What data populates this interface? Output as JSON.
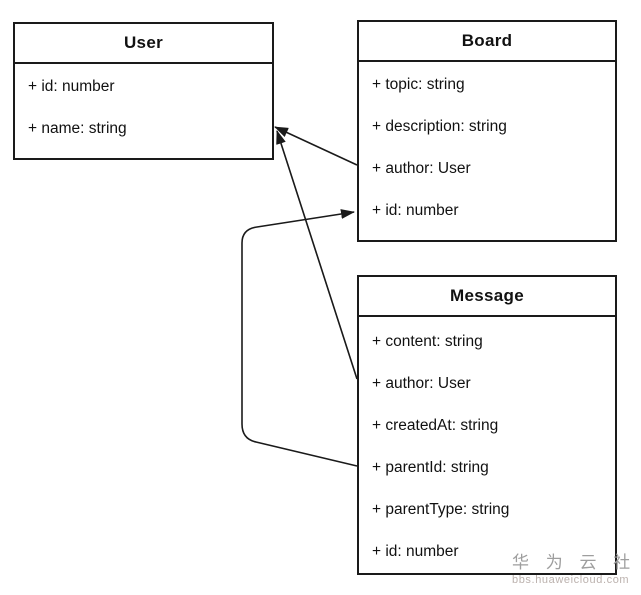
{
  "classes": [
    {
      "name": "User",
      "fields": [
        "+ id: number",
        "+ name: string"
      ]
    },
    {
      "name": "Board",
      "fields": [
        "+ topic: string",
        "+ description: string",
        "+ author: User",
        "+ id: number"
      ]
    },
    {
      "name": "Message",
      "fields": [
        "+ content: string",
        "+ author: User",
        "+ createdAt: string",
        "+ parentId: string",
        "+ parentType: string",
        "+ id: number"
      ]
    }
  ],
  "relations": [
    {
      "from": "Board.author",
      "to": "User",
      "type": "arrow"
    },
    {
      "from": "Message.author",
      "to": "User",
      "type": "arrow"
    },
    {
      "from": "Message.parentId",
      "to": "Board.id",
      "type": "arrow"
    }
  ],
  "colors": {
    "line": "#1a1a1a",
    "box_border": "#1a1a1a",
    "background": "#ffffff",
    "text": "#111111",
    "watermark_primary": "#9e9e9e",
    "watermark_secondary": "#bcb2ae"
  },
  "watermark": {
    "line1": "华 为 云 社 区",
    "line2": "bbs.huaweicloud.com"
  }
}
